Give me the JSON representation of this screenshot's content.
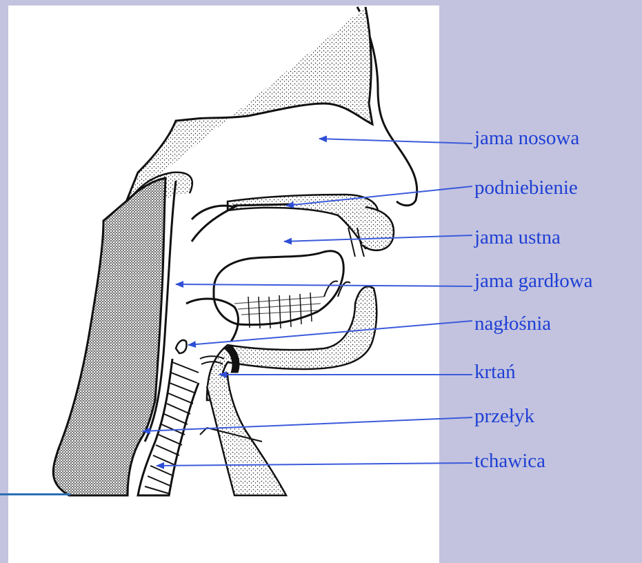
{
  "labels": [
    {
      "id": "nasal-cavity",
      "text": "jama nosowa"
    },
    {
      "id": "palate",
      "text": "podniebienie"
    },
    {
      "id": "oral-cavity",
      "text": "jama ustna"
    },
    {
      "id": "pharyngeal-cavity",
      "text": "jama gardłowa"
    },
    {
      "id": "epiglottis",
      "text": "nagłośnia"
    },
    {
      "id": "larynx",
      "text": "krtań"
    },
    {
      "id": "esophagus",
      "text": "przełyk"
    },
    {
      "id": "trachea",
      "text": "tchawica"
    }
  ],
  "colors": {
    "slide_background": "#c3c3df",
    "panel": "#ffffff",
    "label_text": "#1e3fd4",
    "pointer_line": "#3b5bdb",
    "accent_underline": "#2a6fb5",
    "outline": "#111111"
  }
}
